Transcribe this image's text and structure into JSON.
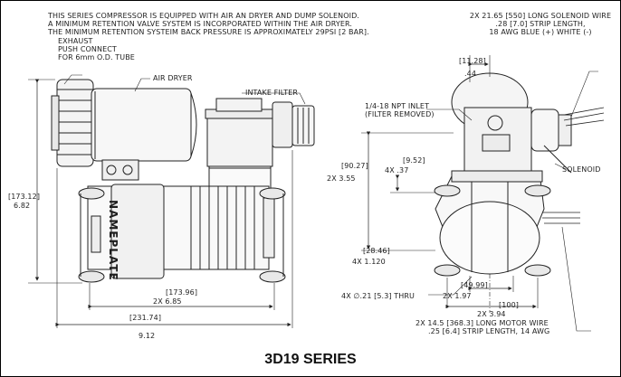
{
  "note": {
    "l1": "THIS SERIES COMPRESSOR IS EQUIPPED WITH AIR AN DRYER AND DUMP SOLENOID.",
    "l2": "A MINIMUM RETENTION VALVE SYSTEM IS INCORPORATED WITHIN THE AIR DRYER.",
    "l3": "THE MINIMUM RETENTION SYSTEIM BACK PRESSURE IS APPROXIMATELY 29PSI  [2 BAR]."
  },
  "callouts": {
    "exhaust_1": "EXHAUST",
    "exhaust_2": "PUSH CONNECT",
    "exhaust_3": "FOR 6mm O.D. TUBE",
    "air_dryer": "AIR DRYER",
    "intake_filter": "INTAKE FILTER",
    "solenoid_wire_1": "2X 21.65 [550] LONG SOLENOID WIRE",
    "solenoid_wire_2": ".28 [7.0] STRIP LENGTH,",
    "solenoid_wire_3": "18 AWG BLUE (+) WHITE (-)",
    "npt_inlet_1": "1/4-18 NPT INLET",
    "npt_inlet_2": "(FILTER REMOVED)",
    "solenoid": "SOLENOID",
    "motor_wire_1": "2X 14.5 [368.3] LONG MOTOR WIRE",
    "motor_wire_2": ".25 [6.4] STRIP LENGTH, 14 AWG",
    "nameplate": "NAMEPLATE"
  },
  "dimensions": {
    "height_overall_mm": "[173.12]",
    "height_overall_in": "6.82",
    "base_depth_mm": "[173.96]",
    "base_depth_in": "2X    6.85",
    "length_overall_mm": "[231.74]",
    "length_overall_in": "9.12",
    "top_offset_mm": "[11.28]",
    "top_offset_in": ".44",
    "inlet_height_mm": "[90.27]",
    "inlet_height_in": "2X    3.55",
    "mount_offset_mm": "[9.52]",
    "mount_offset_in": "4X    .37",
    "foot_height_mm": "[28.46]",
    "foot_height_in": "4X    1.120",
    "thru_hole": "4X  ∅.21 [5.3] THRU",
    "hole_spacing_mm": "[49.99]",
    "hole_spacing_in": "2X    1.97",
    "foot_spacing_mm": "[100]",
    "foot_spacing_in": "2X    3.94"
  },
  "title": "3D19 SERIES"
}
